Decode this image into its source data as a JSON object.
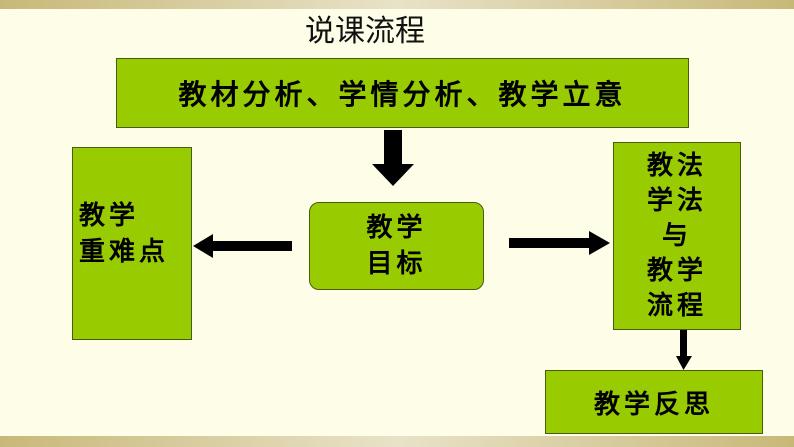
{
  "title": "说课流程",
  "boxes": {
    "top": "教材分析、学情分析、教学立意",
    "left_line1": "教学",
    "left_line2": "重难点",
    "center_line1": "教学",
    "center_line2": "目标",
    "right_lines": [
      "教法",
      "学法",
      "与",
      "教学",
      "流程"
    ],
    "bottom": "教学反思"
  },
  "colors": {
    "box": "#99cc00",
    "background": "#fefde8",
    "arrow": "#000000"
  }
}
